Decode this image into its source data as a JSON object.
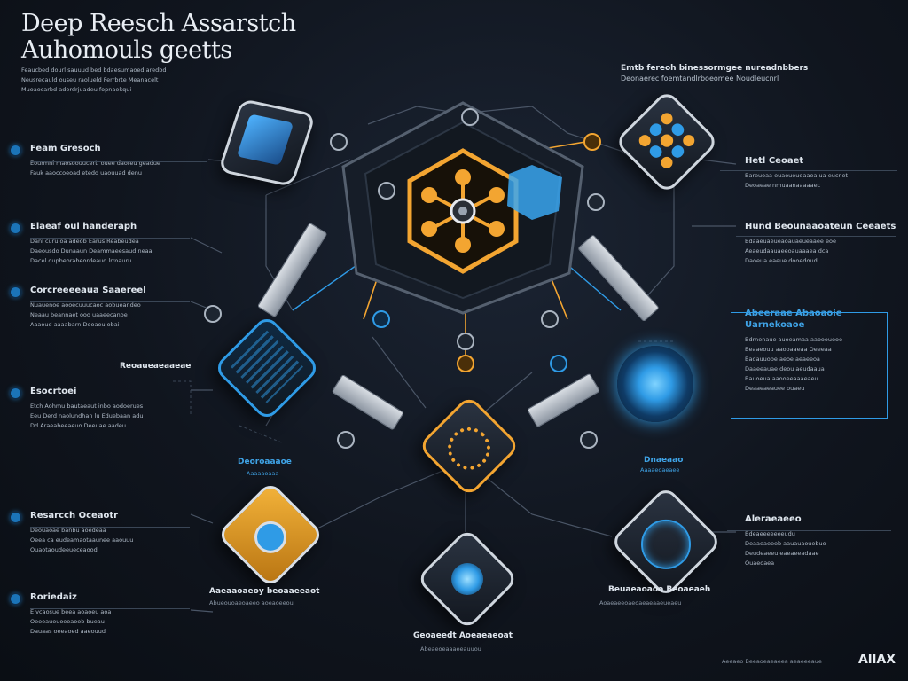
{
  "title": {
    "line1": "Deep Reesch Assarstch",
    "line2": "Auhomouls geetts"
  },
  "intro_lines": [
    "Feaucbed dourl sauuud bed bdaesumaoed aredbd",
    "Neusrecauld ouseu raolueld Ferrbrte Meanacelt",
    "Muoaocarbd aderdrjuadeu fopnaekqui"
  ],
  "left_blocks": [
    {
      "heading": "Feam Gresoch",
      "lines": [
        "Eourmnl maosoouucerti ouee daoreu geadue",
        "Fauk aaoccoeoad etedd uaouuad denu"
      ]
    },
    {
      "heading": "Elaeaf oul handeraph",
      "lines": [
        "Danl curu oa adeob Earus Reabeudea",
        "Daeousdo Dunaaun Deammaeesaud neaa",
        "Dacel oupbeorabeordeaud lrroauru"
      ]
    },
    {
      "heading": "Corcreeeeaua Saaereel",
      "lines": [
        "Nuauenoe aooecuuucaoc aobueandeo",
        "Neaau beannaet ooo uaaeecanoe",
        "Aaaoud aaaabarn Deoaeu obai"
      ]
    },
    {
      "heading": "Esocrtoei",
      "lines": [
        "Etch Aohmu bautaeaut inbo aodoerues",
        "Eeu Derd naolundhan lu Eduebaan adu",
        "Dd Araeabeeaeuo Deeuae aadeu"
      ]
    },
    {
      "heading": "Resarcch Oceaotr",
      "lines": [
        "Deouaoae banbu aoedeaa",
        "Oeea ca eudeamaotaaunee aaouuu",
        "Ouaotaoudeeueceaood"
      ]
    },
    {
      "heading": "Roriedaiz",
      "lines": [
        "E vcaosue beea aoaoeu aoa",
        "Oeeeaueuoeeaoeb bueau",
        "Dauaas oeeaoed aaeouud"
      ]
    }
  ],
  "right_header": {
    "line1": "Emtb fereoh binessormgee nureadnbbers",
    "line2": "Deonaerec foemtandlrboeomee Noudleucnrl"
  },
  "right_blocks": [
    {
      "heading": "Hetl Ceoaet",
      "lines": [
        "Bareuoaa euaoueudaaea ua eucnet",
        "Deoaeae nmuaanaaaaaec"
      ]
    },
    {
      "heading": "Hund Beounaaoateun Ceeaets",
      "lines": [
        "Bdaaeuaeueaoauaeueaaee eoe",
        "Aeaeudaauaeeoauaaaea dca",
        "Daoeua eaeue dooedoud"
      ]
    },
    {
      "heading": "Abeeraae Abaoaoie",
      "subheading": "Uarnekoaoe",
      "lines": [
        "Bdrnenaue auoeamaa aaoooueoe",
        "Beaaeouu aaooaaeaa Oeeeaa",
        "Badauuobe aeoe aeaeeoa",
        "Daaeeauae deou aeudaaua",
        "Bauoeua aaooeeaaaeaeu",
        "Deaaeaeauee ouaeu"
      ]
    },
    {
      "heading": "Aleraeaeeo",
      "lines": [
        "Bdeaeeeeeeeudu",
        "Deaaeaeeeb aauauaouebuo",
        "Deudeaeeu eaeaeeadaae",
        "Ouaeoaea"
      ]
    }
  ],
  "node_labels": {
    "research_left": "Reoaueaeaaeae",
    "left_mid": {
      "title": "Deoroaaaoe",
      "sub": "Aaaaaoaaa"
    },
    "right_mid": {
      "title": "Dnaeaao",
      "sub": "Aaaaeoaeaee"
    },
    "bottom_left": {
      "title": "Aaeaaoaeoy beoaaeeaot",
      "sub": "Abueouoaeoaeeo aoeaoeeou"
    },
    "bottom_center": {
      "title": "Geoaeedt Aoeaeaeoat",
      "sub": "Abeaeoeaaaeeauuou"
    },
    "bottom_right": {
      "title": "Beuaeaoaoo Beoaeaeh",
      "sub": "Aoaeaeeoaeoaeaeaaeueaeu"
    }
  },
  "footer_text": "Aeeaeo Beeaoeaeaeea aeaeeeaue",
  "brand": "AllAX",
  "colors": {
    "accent_blue": "#2f9be6",
    "accent_orange": "#f3a531",
    "background": "#0d1118"
  }
}
